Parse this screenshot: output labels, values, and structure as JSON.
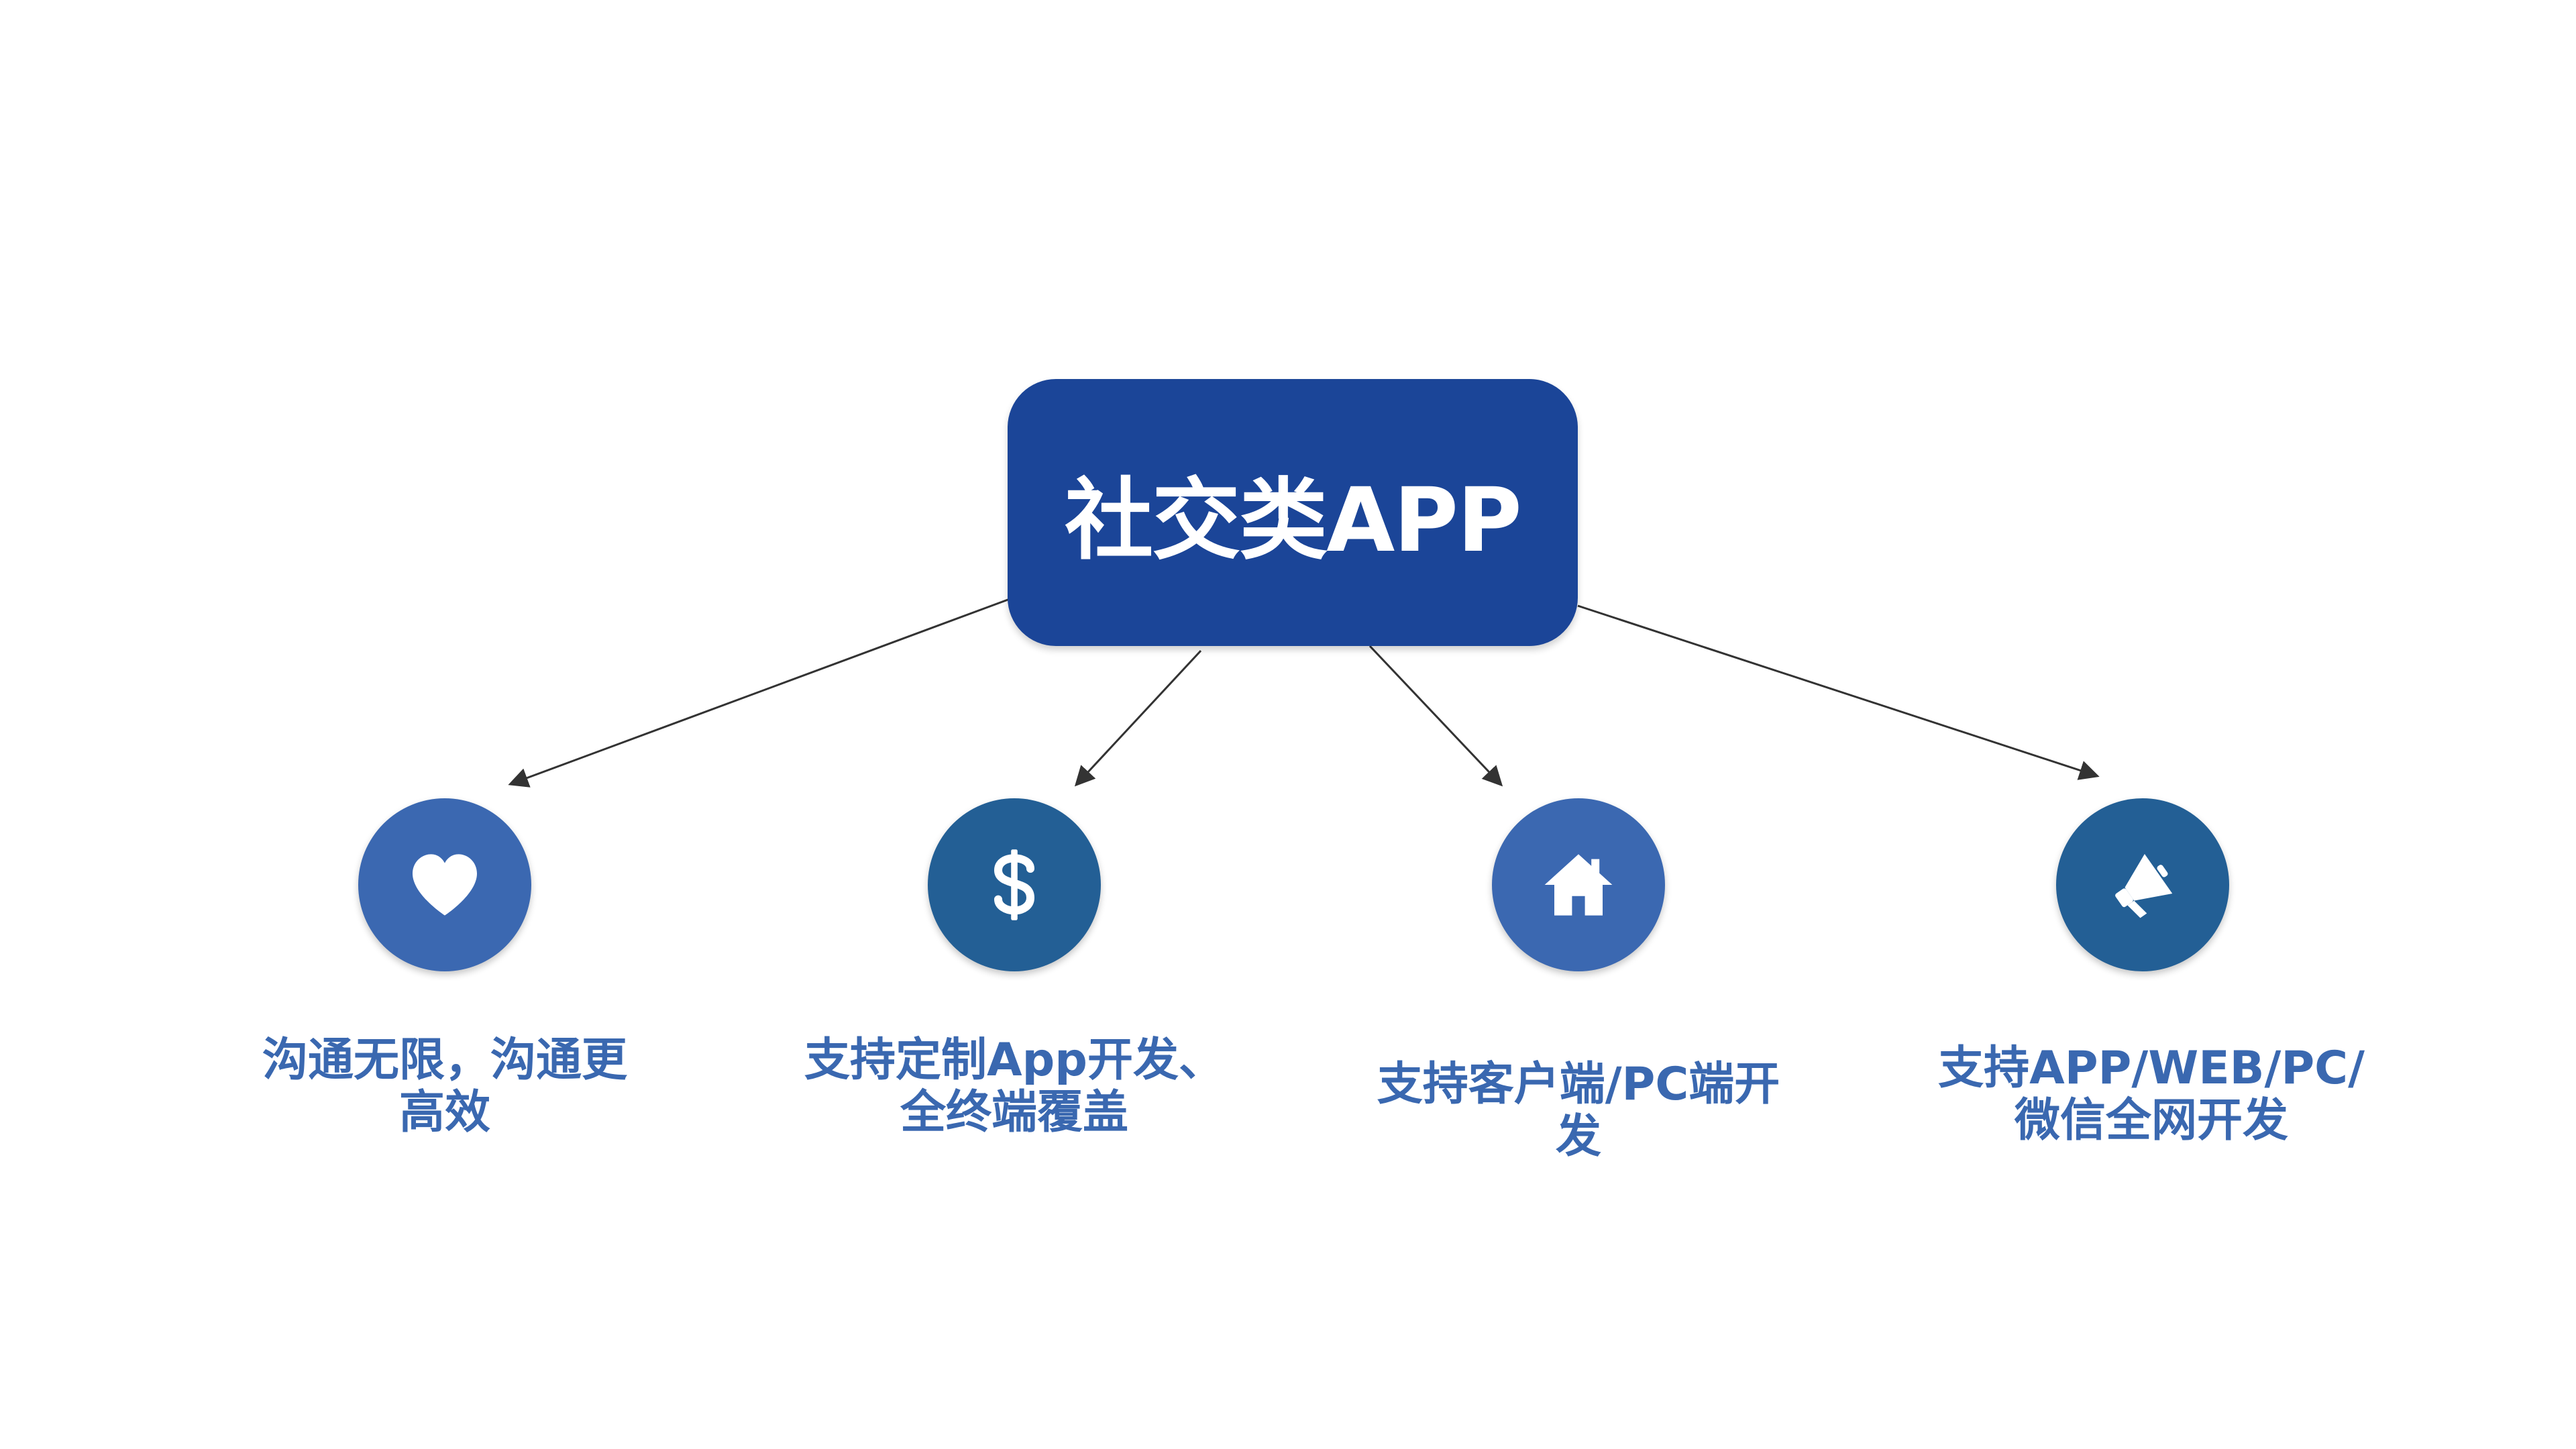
{
  "root": {
    "title": "社交类APP",
    "color": "#1b4598"
  },
  "features": [
    {
      "icon": "heart-icon",
      "color": "#3b68b1",
      "label": "沟通无限，沟通更\n高效"
    },
    {
      "icon": "dollar-icon",
      "color": "#235f95",
      "label": "支持定制App开发、\n全终端覆盖"
    },
    {
      "icon": "home-icon",
      "color": "#3b68b1",
      "label": "支持客户端/PC端开\n发"
    },
    {
      "icon": "megaphone-icon",
      "color": "#235f95",
      "label": "支持APP/WEB/PC/\n微信全网开发"
    }
  ],
  "colors": {
    "label_text": "#3a68b0",
    "connector": "#333333"
  }
}
